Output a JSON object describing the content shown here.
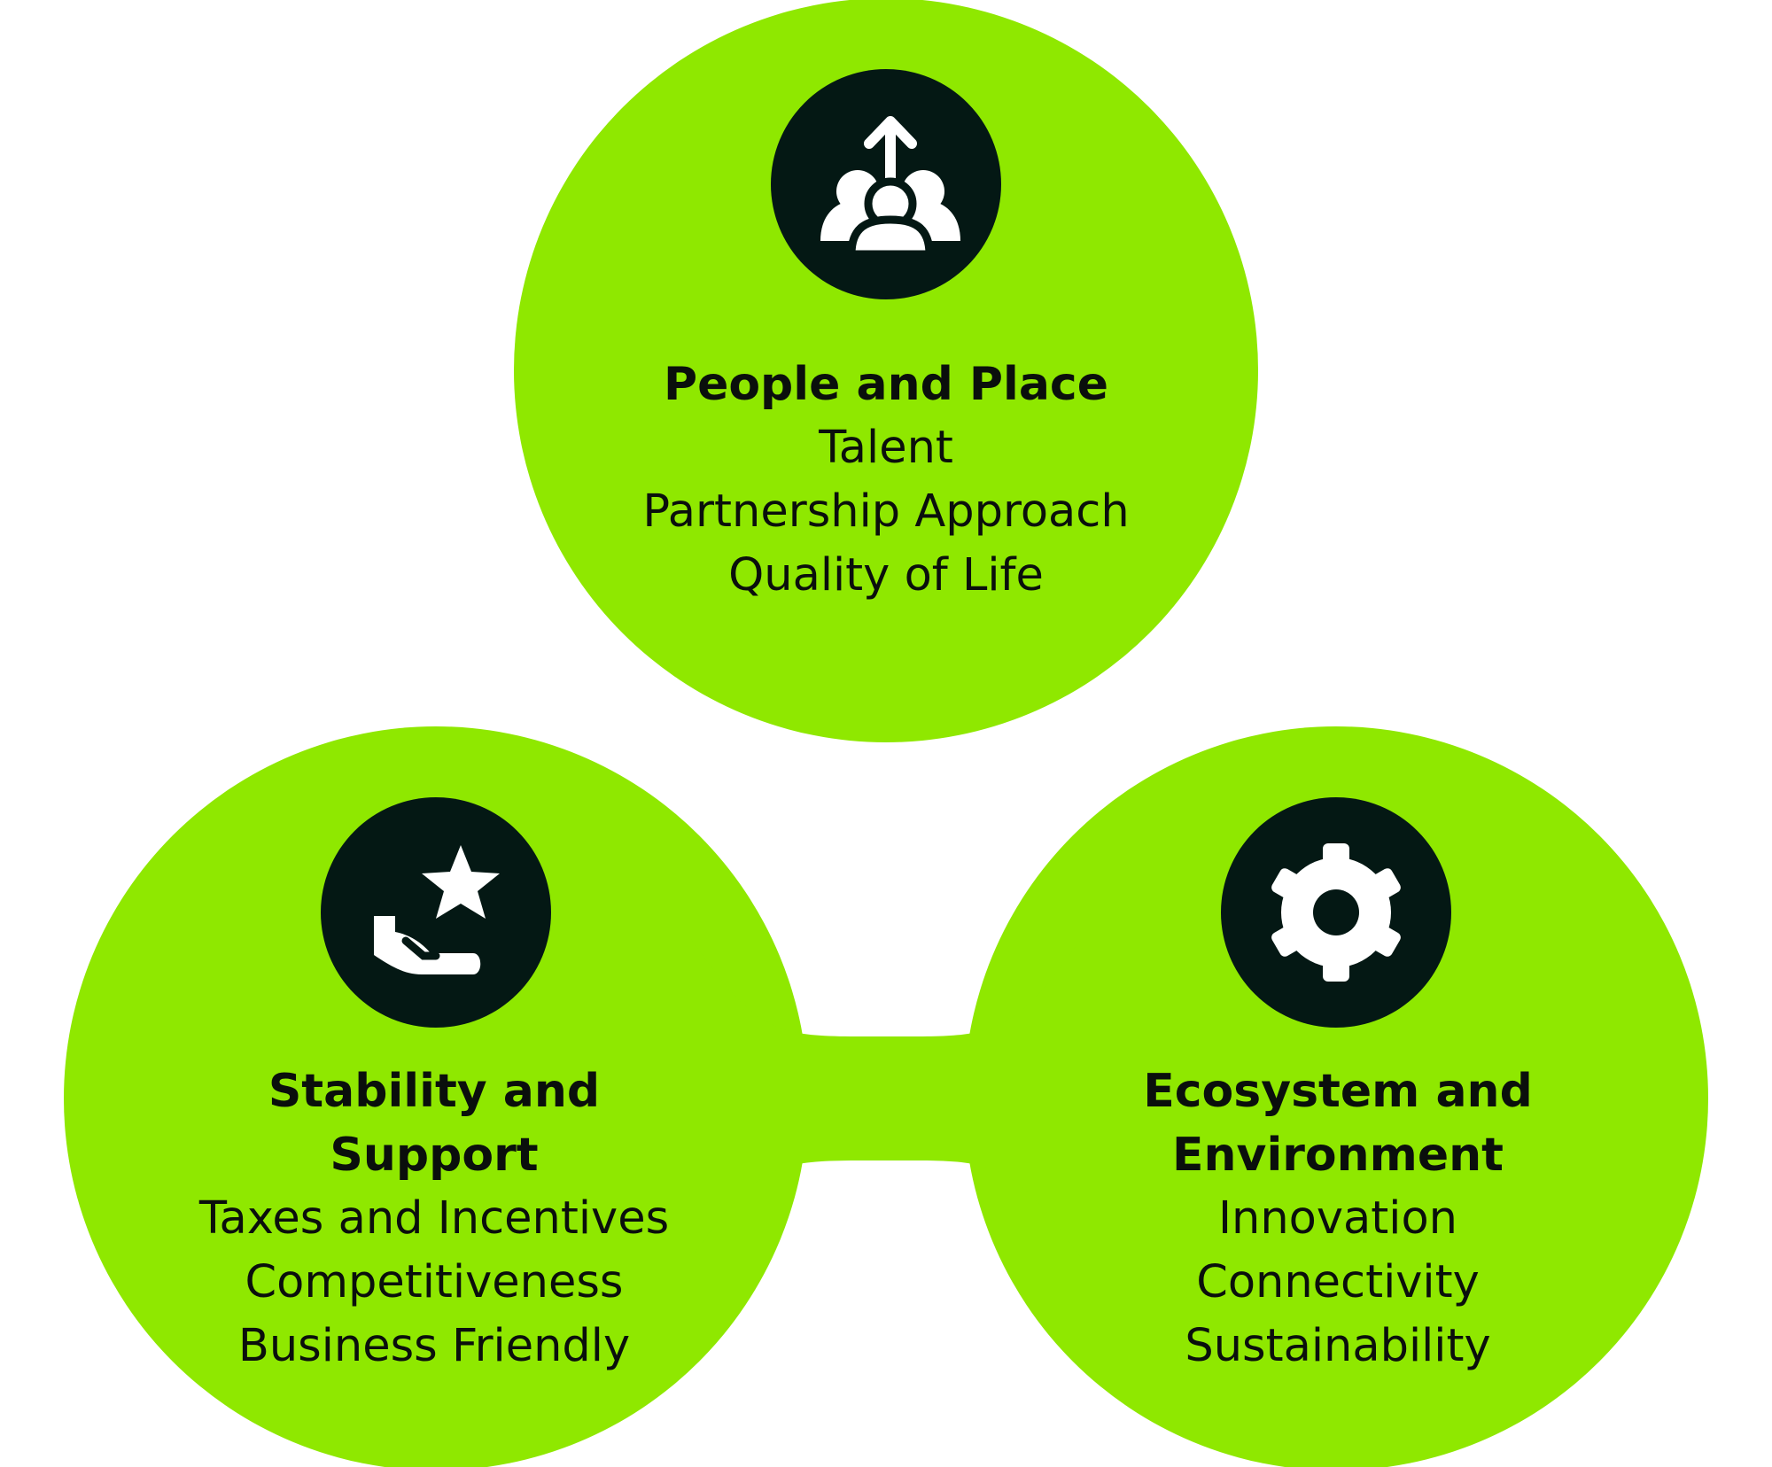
{
  "colors": {
    "lobe": "#8fe800",
    "icon_disc": "#041814",
    "icon_glyph": "#ffffff",
    "text": "#0a0f0c",
    "background": "#ffffff"
  },
  "nodes": {
    "top": {
      "icon": "people-upward-arrow-icon",
      "title_lines": [
        "People and Place"
      ],
      "items": [
        "Talent",
        "Partnership Approach",
        "Quality of Life"
      ]
    },
    "left": {
      "icon": "hand-star-icon",
      "title_lines": [
        "Stability and",
        "Support"
      ],
      "items": [
        "Taxes and Incentives",
        "Competitiveness",
        "Business Friendly"
      ]
    },
    "right": {
      "icon": "gear-icon",
      "title_lines": [
        "Ecosystem and",
        "Environment"
      ],
      "items": [
        "Innovation",
        "Connectivity",
        "Sustainability"
      ]
    }
  }
}
